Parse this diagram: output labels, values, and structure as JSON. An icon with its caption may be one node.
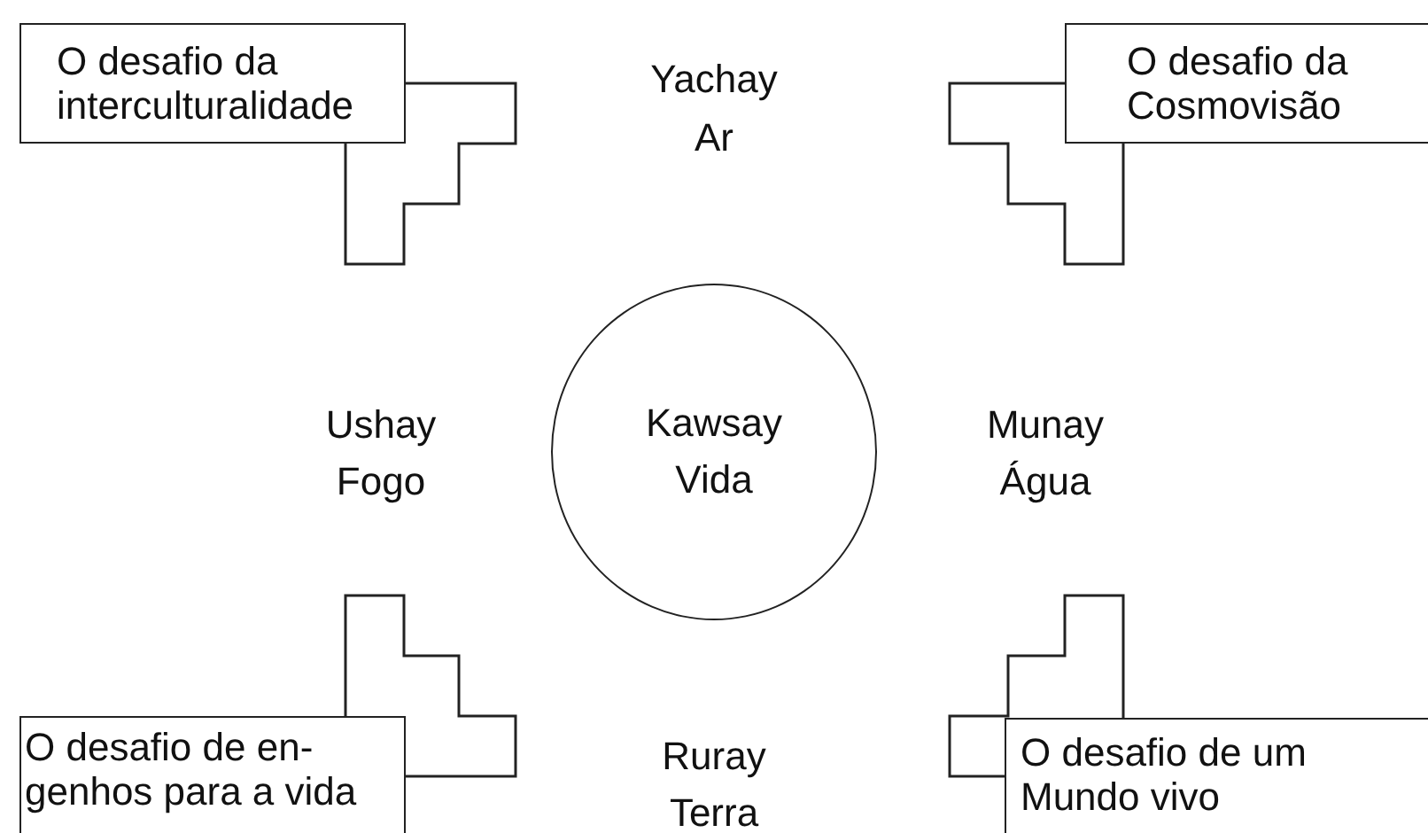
{
  "diagram": {
    "nodes": [
      {
        "text": [
          "O desafio da interculturalidade"
        ]
      },
      {
        "text": [
          "O desafio da Cosmovisão"
        ]
      },
      {
        "text": [
          "Kawsay",
          "Vida"
        ]
      },
      {
        "text": [
          "O desafio de en- genhos para a vida"
        ]
      },
      {
        "text": [
          "O desafio de um Mundo vivo"
        ]
      },
      {
        "text": [],
        "shape": "staircase"
      },
      {
        "text": [],
        "shape": "staircase"
      },
      {
        "text": [],
        "shape": "staircase"
      },
      {
        "text": [],
        "shape": "staircase"
      }
    ],
    "labels": [
      "Yachay",
      "Ar",
      "Ushay",
      "Fogo",
      "Munay",
      "Água",
      "Ruray",
      "Terra"
    ]
  }
}
